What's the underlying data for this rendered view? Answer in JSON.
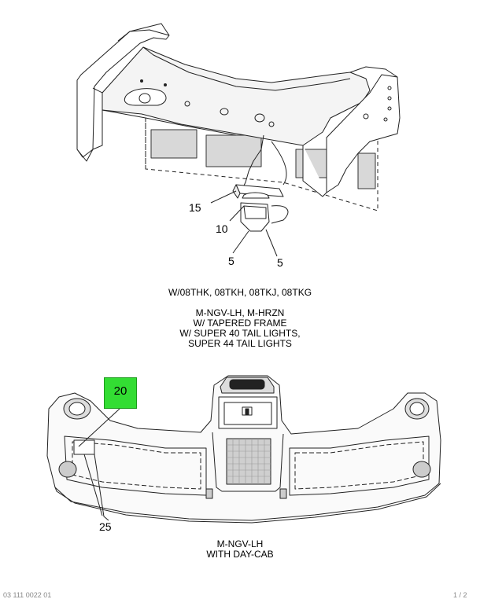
{
  "top_diagram": {
    "callouts": {
      "c15": "15",
      "c10": "10",
      "c5a": "5",
      "c5b": "5"
    },
    "caption_line1": "W/08THK, 08TKH, 08TKJ, 08TKG",
    "caption_lines": [
      "M-NGV-LH, M-HRZN",
      "W/ TAPERED FRAME",
      "W/ SUPER 40 TAIL LIGHTS,",
      "SUPER 44 TAIL LIGHTS"
    ]
  },
  "bottom_diagram": {
    "highlight_callout": "20",
    "callout_25": "25",
    "caption_lines": [
      "M-NGV-LH",
      "WITH DAY-CAB"
    ],
    "highlight_color": "#33dd33"
  },
  "footer": {
    "left": "03 111 0022 01",
    "right": "1 / 2"
  }
}
